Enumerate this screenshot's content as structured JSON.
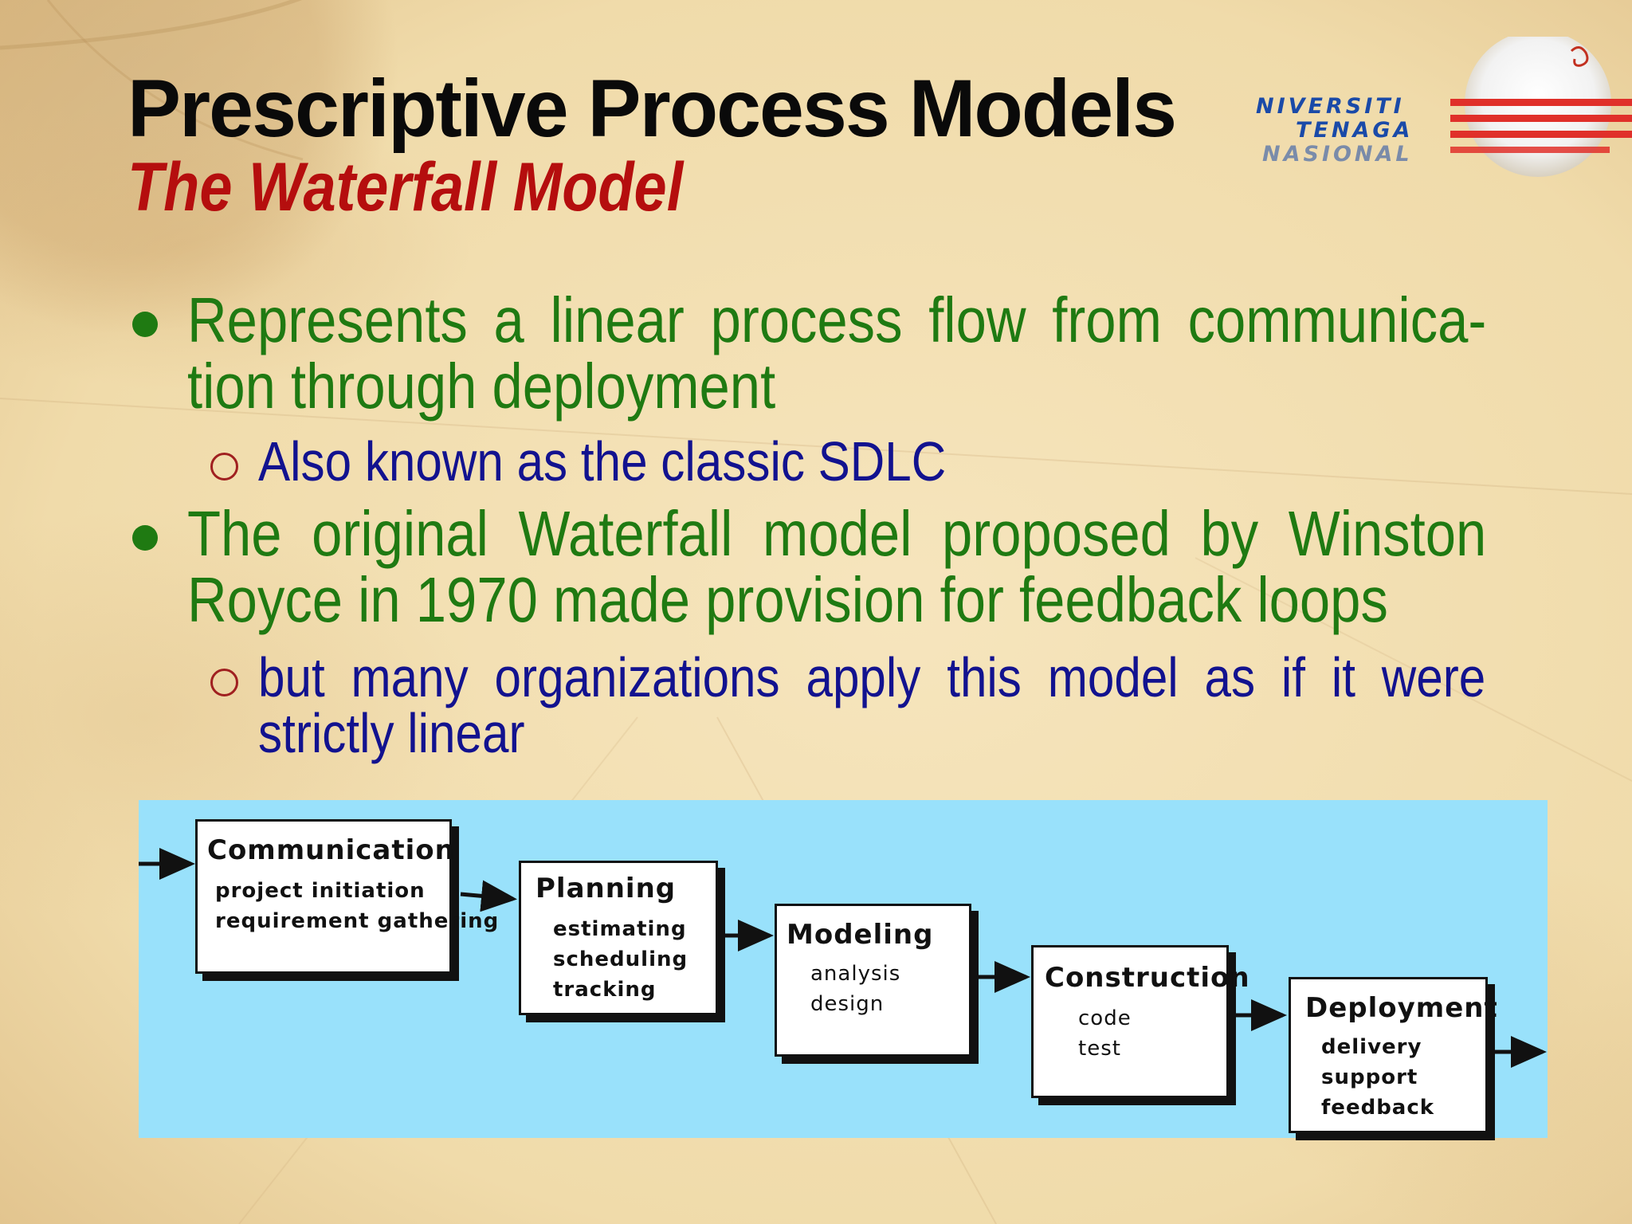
{
  "slide": {
    "title": "Prescriptive Process Models",
    "subtitle": "The Waterfall Model"
  },
  "logo": {
    "line1": "NIVERSITI",
    "line2": "TENAGA",
    "line3": "NASIONAL",
    "colors": {
      "text": "#1a4aa8",
      "stripes": "#e0302a"
    }
  },
  "bullets": [
    {
      "text": "Represents a linear process flow from communica-tion through deployment",
      "sub": "Also known as the classic SDLC"
    },
    {
      "text": "The original Waterfall model proposed by Winston Royce in 1970 made provision for feedback loops",
      "sub": "but many organizations apply this model as if it were strictly linear"
    }
  ],
  "diagram": {
    "background": "#99e1fb",
    "stages": [
      {
        "name": "Communication",
        "items": [
          "project initiation",
          "requirement gathering"
        ]
      },
      {
        "name": "Planning",
        "items": [
          "estimating",
          "scheduling",
          "tracking"
        ]
      },
      {
        "name": "Modeling",
        "items": [
          "analysis",
          "design"
        ]
      },
      {
        "name": "Construction",
        "items": [
          "code",
          "test"
        ]
      },
      {
        "name": "Deployment",
        "items": [
          "delivery",
          "support",
          "feedback"
        ]
      }
    ]
  },
  "colors": {
    "title": "#0a0a0a",
    "subtitle": "#b50e0e",
    "bullet_text": "#1f7a12",
    "sub_text": "#12128f",
    "sub_marker": "#a02020"
  }
}
